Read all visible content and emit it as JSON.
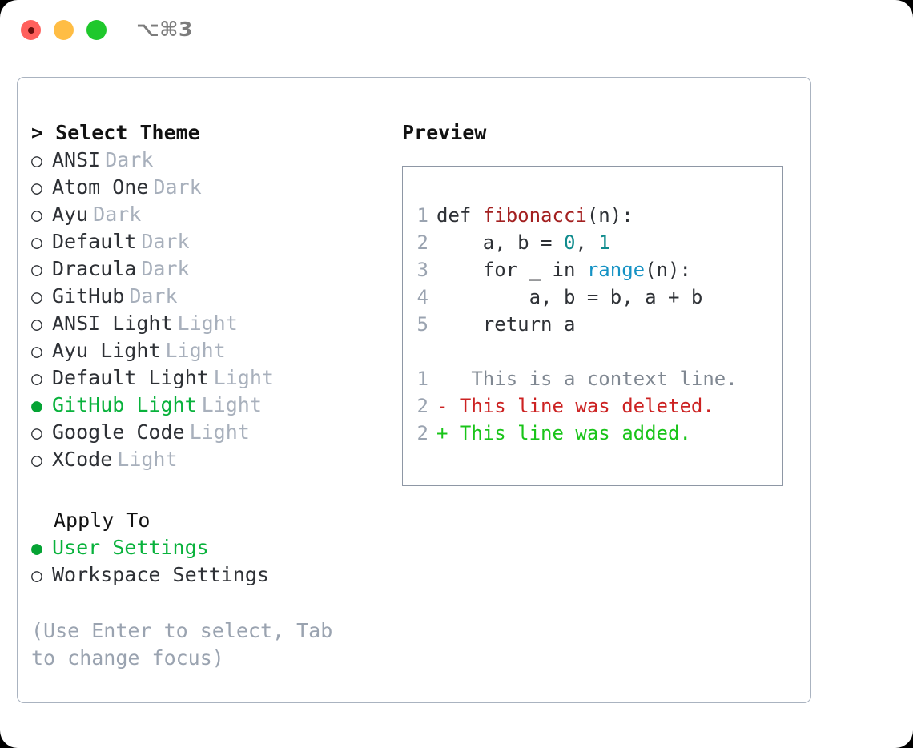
{
  "titlebar": {
    "shortcut": "⌥⌘3",
    "buttons": [
      {
        "name": "close",
        "color": "#FF605C"
      },
      {
        "name": "minimize",
        "color": "#FFBD44"
      },
      {
        "name": "maximize",
        "color": "#1FC82C"
      }
    ]
  },
  "theme_picker": {
    "heading": "> Select Theme",
    "selected_theme": "GitHub Light",
    "selected_marker": "●",
    "unselected_marker": "○",
    "accent_color": "#09b23c",
    "items": [
      {
        "marker": "○",
        "name": "ANSI",
        "variant": "Dark",
        "selected": false
      },
      {
        "marker": "○",
        "name": "Atom One",
        "variant": "Dark",
        "selected": false
      },
      {
        "marker": "○",
        "name": "Ayu",
        "variant": "Dark",
        "selected": false
      },
      {
        "marker": "○",
        "name": "Default",
        "variant": "Dark",
        "selected": false
      },
      {
        "marker": "○",
        "name": "Dracula",
        "variant": "Dark",
        "selected": false
      },
      {
        "marker": "○",
        "name": "GitHub",
        "variant": "Dark",
        "selected": false
      },
      {
        "marker": "○",
        "name": "ANSI Light",
        "variant": "Light",
        "selected": false
      },
      {
        "marker": "○",
        "name": "Ayu Light",
        "variant": "Light",
        "selected": false
      },
      {
        "marker": "○",
        "name": "Default Light",
        "variant": "Light",
        "selected": false
      },
      {
        "marker": "●",
        "name": "GitHub Light",
        "variant": "Light",
        "selected": true
      },
      {
        "marker": "○",
        "name": "Google Code",
        "variant": "Light",
        "selected": false
      },
      {
        "marker": "○",
        "name": "XCode",
        "variant": "Light",
        "selected": false
      }
    ]
  },
  "apply_to": {
    "label": "Apply To",
    "selected_option": "User Settings",
    "options": [
      {
        "marker": "●",
        "name": "User Settings",
        "selected": true
      },
      {
        "marker": "○",
        "name": "Workspace Settings",
        "selected": false
      }
    ]
  },
  "hint": "(Use Enter to select, Tab to change focus)",
  "preview": {
    "title": "Preview",
    "code_lines": [
      {
        "num": "1",
        "segments": [
          {
            "text": "def ",
            "style": "plain"
          },
          {
            "text": "fibonacci",
            "style": "fn"
          },
          {
            "text": "(n):",
            "style": "plain"
          }
        ]
      },
      {
        "num": "2",
        "segments": [
          {
            "text": "    a, b = ",
            "style": "plain"
          },
          {
            "text": "0",
            "style": "num"
          },
          {
            "text": ", ",
            "style": "plain"
          },
          {
            "text": "1",
            "style": "num"
          }
        ]
      },
      {
        "num": "3",
        "segments": [
          {
            "text": "    for _ in ",
            "style": "plain"
          },
          {
            "text": "range",
            "style": "builtin"
          },
          {
            "text": "(n):",
            "style": "plain"
          }
        ]
      },
      {
        "num": "4",
        "segments": [
          {
            "text": "        a, b = b, a + b",
            "style": "plain"
          }
        ]
      },
      {
        "num": "5",
        "segments": [
          {
            "text": "    return a",
            "style": "plain"
          }
        ]
      }
    ],
    "diff_lines": [
      {
        "num": "1",
        "sign": " ",
        "text": "  This is a context line.",
        "kind": "context"
      },
      {
        "num": "2",
        "sign": "-",
        "text": " This line was deleted.",
        "kind": "deleted"
      },
      {
        "num": "2",
        "sign": "+",
        "text": " This line was added.",
        "kind": "added"
      }
    ]
  }
}
